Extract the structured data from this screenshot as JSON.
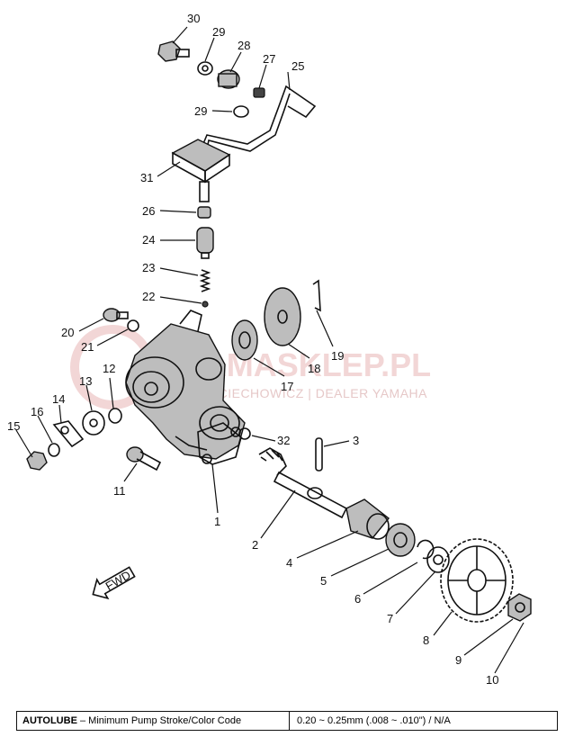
{
  "watermark": {
    "brand": "YAMASKLEP.PL",
    "subtitle": "WOJCIECHOWICZ | DEALER YAMAHA"
  },
  "callouts": [
    "30",
    "29",
    "28",
    "27",
    "25",
    "29",
    "31",
    "26",
    "24",
    "23",
    "22",
    "20",
    "21",
    "19",
    "18",
    "17",
    "12",
    "13",
    "14",
    "16",
    "15",
    "11",
    "32",
    "3",
    "1",
    "2",
    "4",
    "5",
    "6",
    "7",
    "8",
    "9",
    "10"
  ],
  "fwd_arrow": "FWD",
  "footer": {
    "title": "AUTOLUBE",
    "description": " – Minimum Pump Stroke/Color Code",
    "value": "0.20 ~ 0.25mm (.008 ~ .010\") / N/A"
  }
}
